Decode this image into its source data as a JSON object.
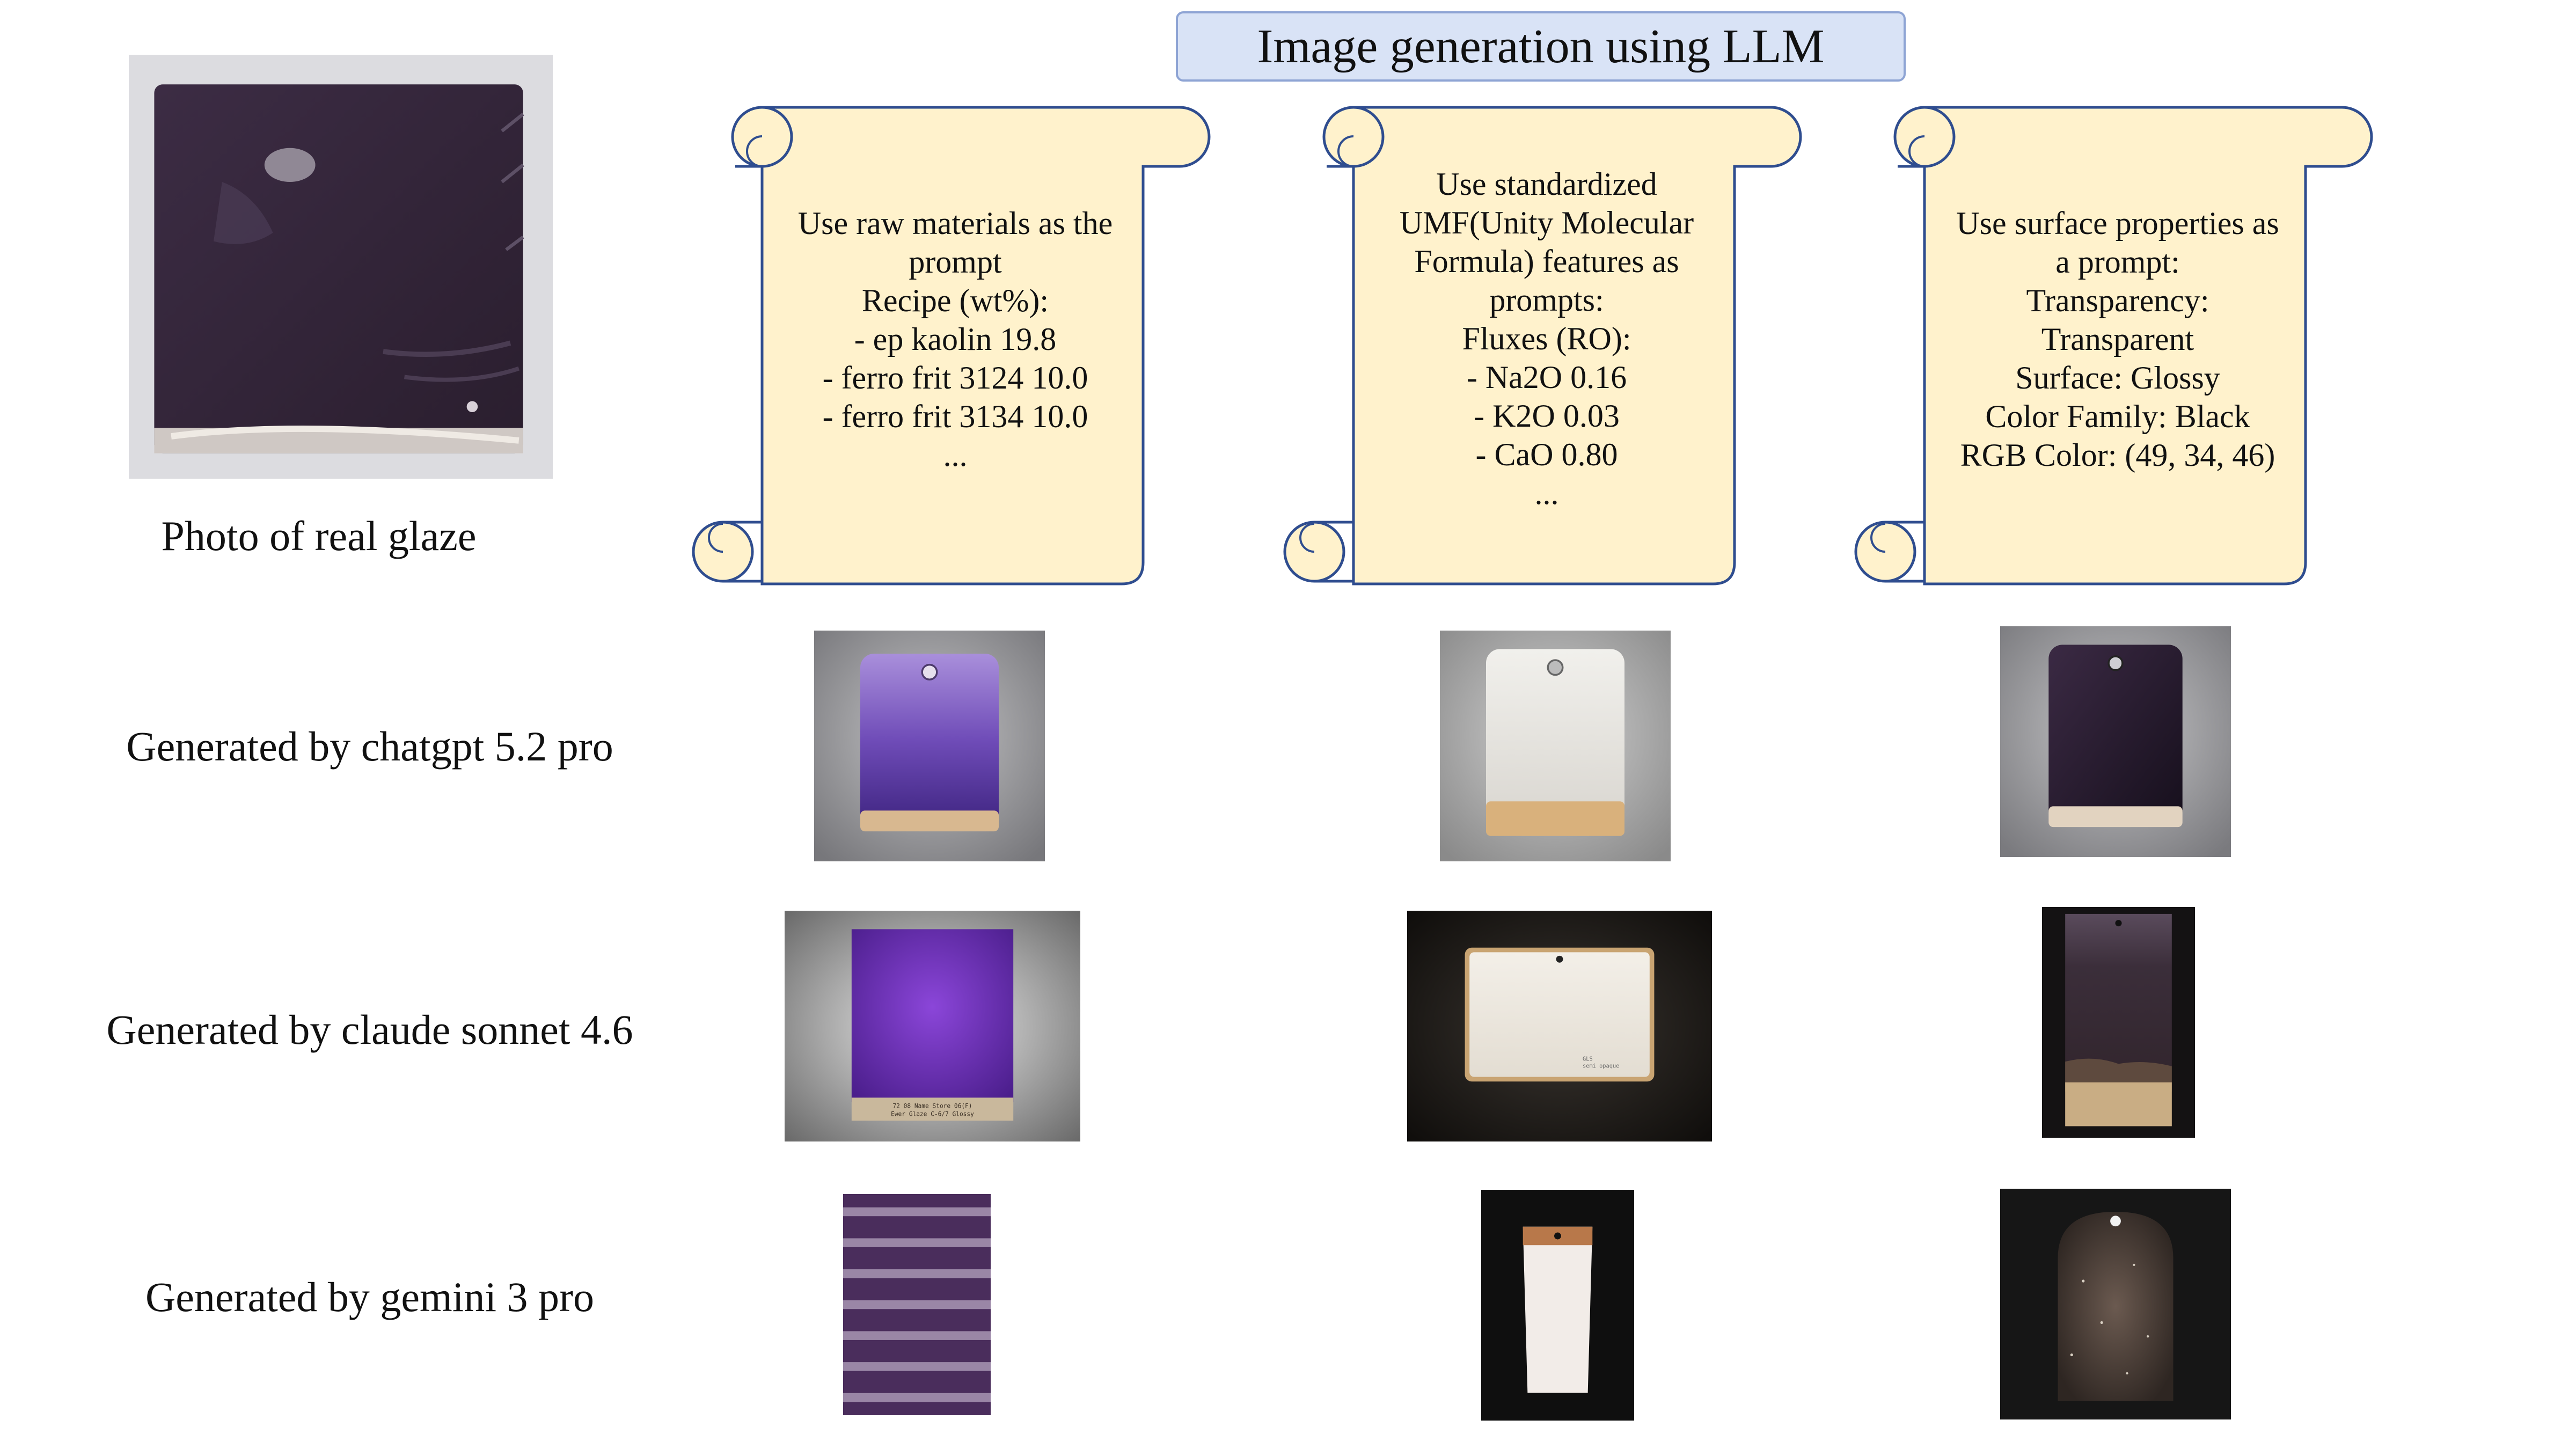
{
  "title": "Image generation using LLM",
  "row_labels": {
    "real": "Photo of real glaze",
    "chatgpt": "Generated by chatgpt 5.2 pro",
    "claude": "Generated by claude sonnet 4.6",
    "gemini": "Generated by gemini 3 pro"
  },
  "prompts": [
    {
      "lines": [
        "Use raw materials as the",
        "prompt",
        "",
        "Recipe (wt%):",
        "- ep kaolin 19.8",
        "- ferro frit 3124 10.0",
        "- ferro frit 3134 10.0",
        "..."
      ]
    },
    {
      "lines": [
        "Use standardized",
        "UMF(Unity Molecular",
        "Formula) features as",
        "prompts:",
        "",
        "Fluxes (RO):",
        "- Na2O 0.16",
        "- K2O 0.03",
        "- CaO 0.80",
        "..."
      ]
    },
    {
      "lines": [
        "Use surface properties as",
        "a prompt:",
        "",
        "Transparency:",
        "Transparent",
        "Surface: Glossy",
        "Color Family: Black",
        "RGB Color: (49, 34, 46)"
      ]
    }
  ],
  "tiny_tile_text": {
    "claude_1_line1": "72    08    Name Store 06(F)",
    "claude_1_line2": "Ewer Glaze    C-6/7    Glossy",
    "claude_2_line1": "GLS",
    "claude_2_line2": "semi opaque"
  },
  "colors": {
    "title_fill": "#d9e3f6",
    "title_border": "#8ea4d4",
    "scroll_fill": "#fff2cc",
    "scroll_border": "#2f4d8f",
    "scroll_curl": "#d4c7a8",
    "real_glaze": "#322436"
  }
}
